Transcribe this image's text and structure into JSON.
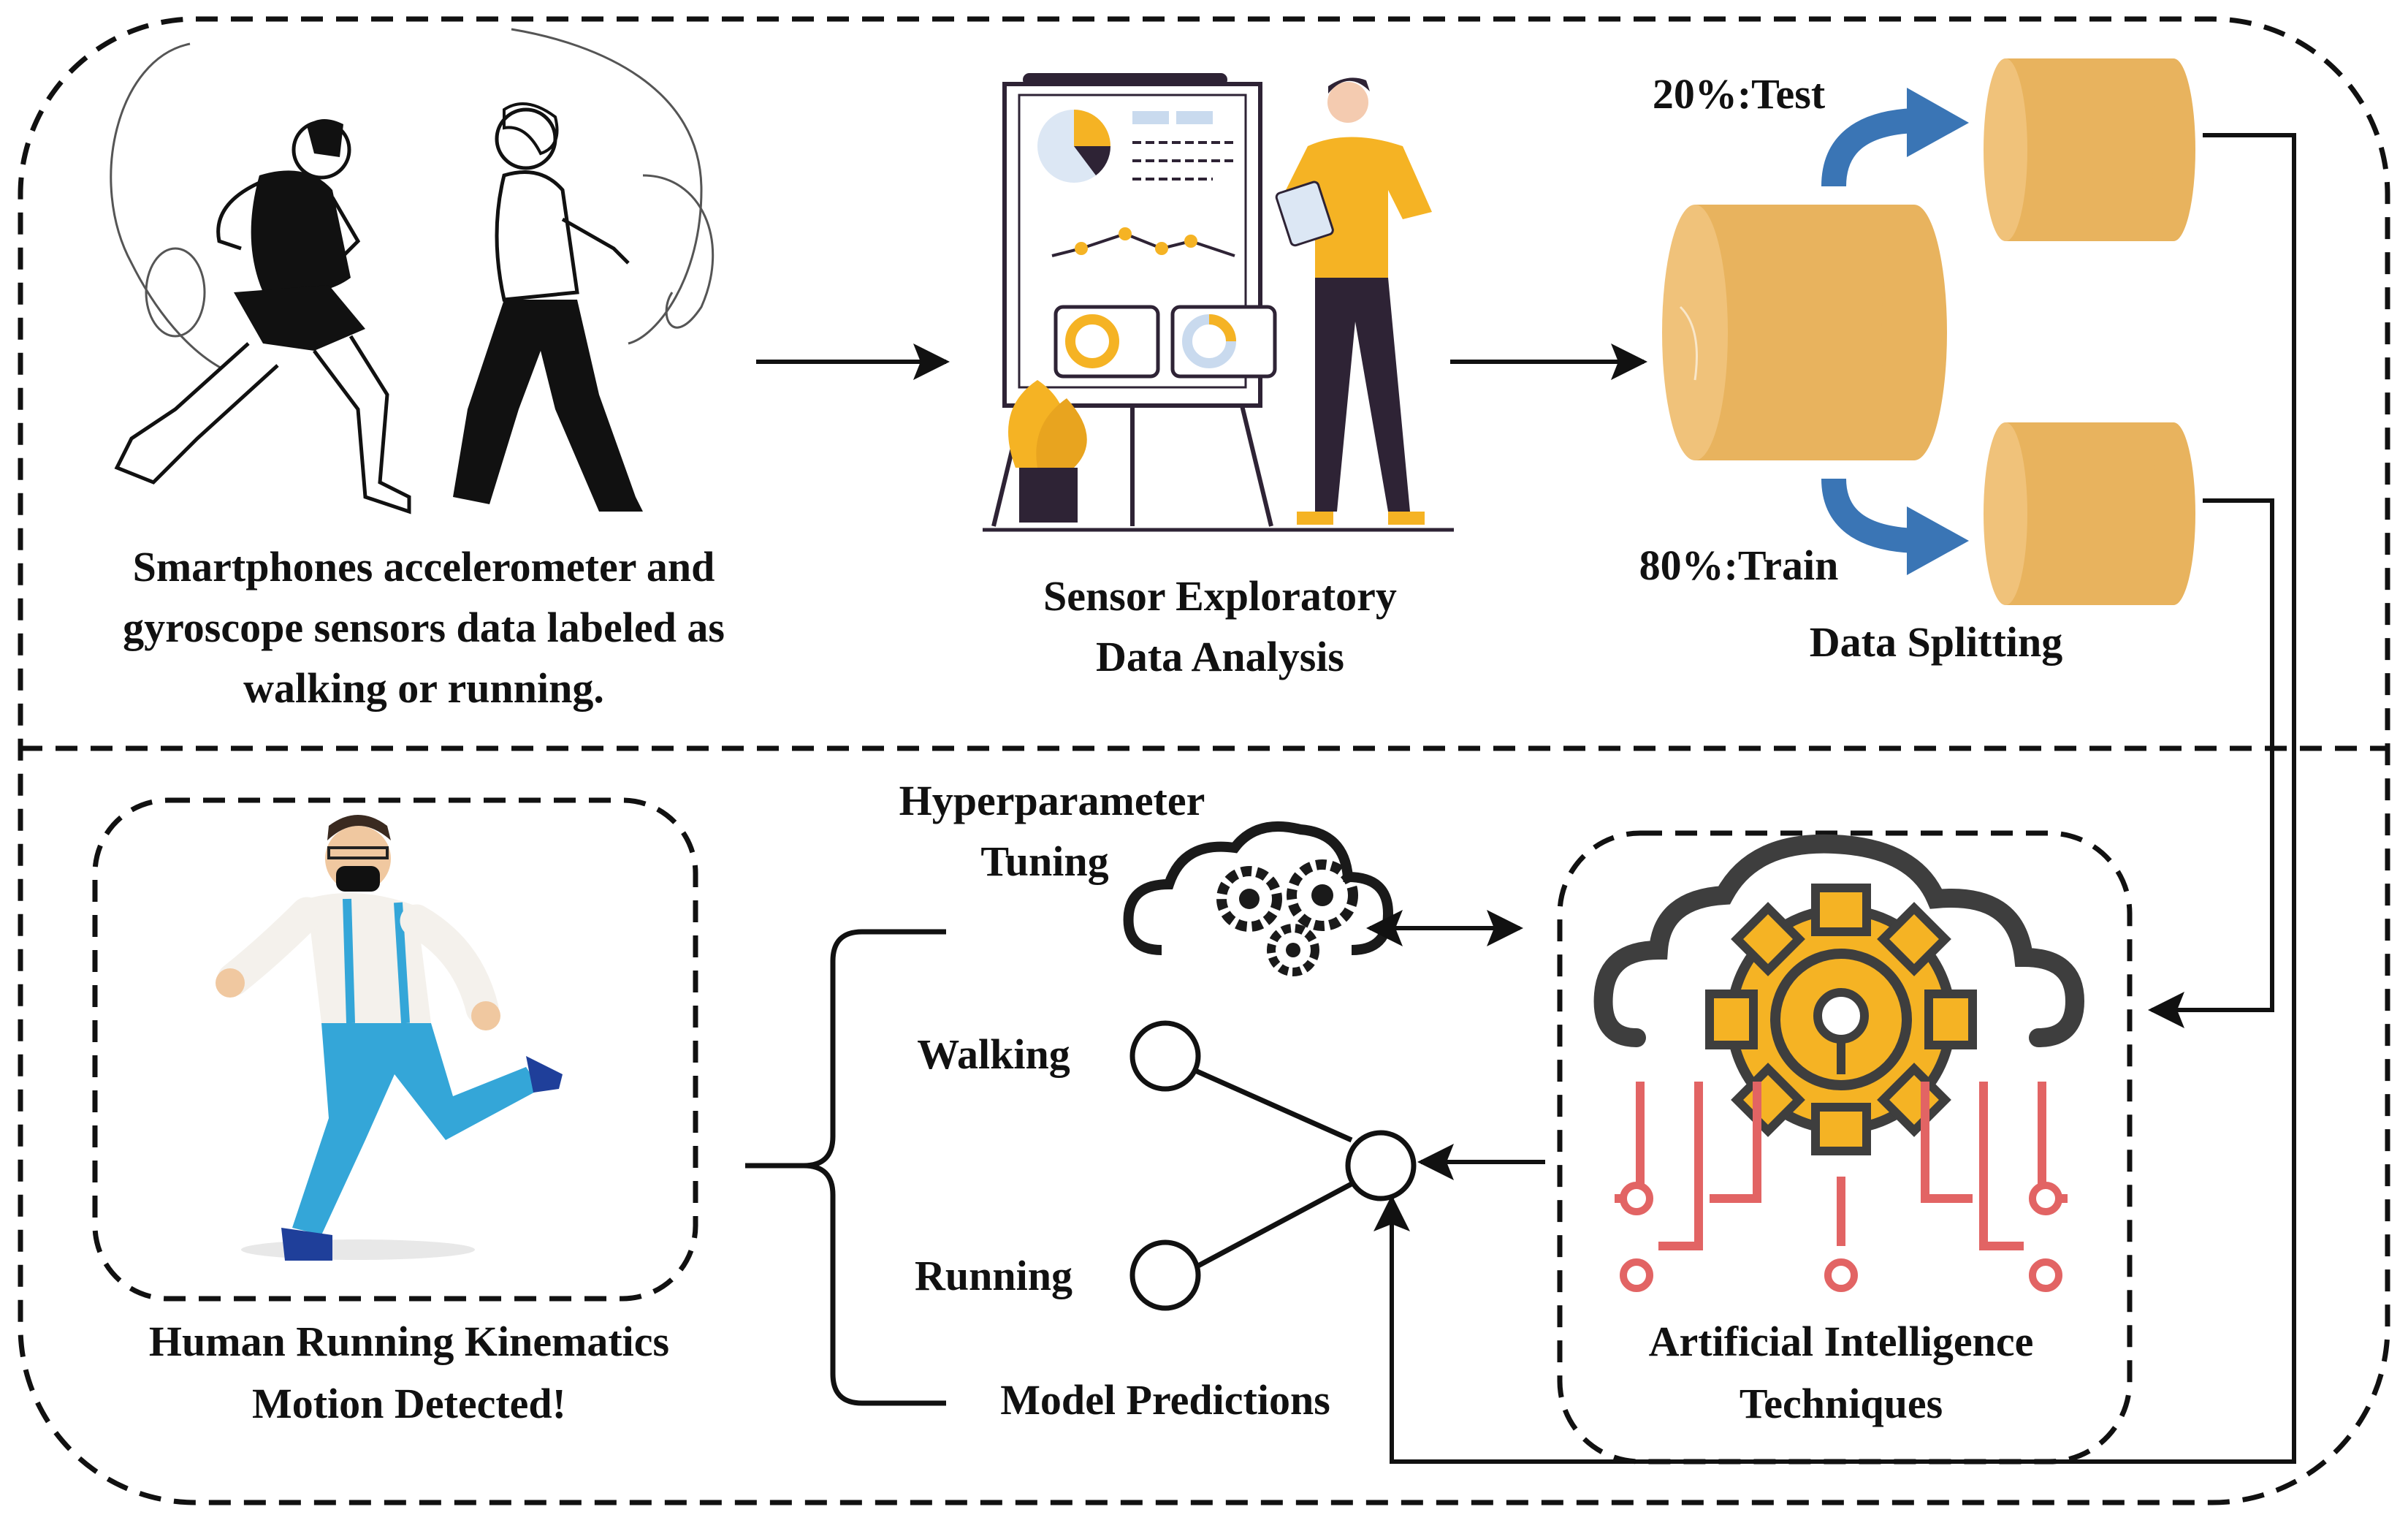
{
  "colors": {
    "gold": "#E8B35E",
    "blue": "#3A75B5",
    "dark": "#2E2335",
    "yellow": "#F5B324",
    "red": "#E26464",
    "cyan": "#34A6D8",
    "stroke": "#111111"
  },
  "stage1": {
    "line1": "Smartphones accelerometer and",
    "line2": "gyroscope sensors data labeled as",
    "line3": "walking or running."
  },
  "stage2": {
    "line1": "Sensor Exploratory",
    "line2": "Data Analysis"
  },
  "stage3": {
    "title": "Data Splitting",
    "test": "20%:Test",
    "train": "80%:Train"
  },
  "ai": {
    "line1": "Artificial Intelligence",
    "line2": "Techniques"
  },
  "tuning": {
    "line1": "Hyperparameter",
    "line2": "Tuning"
  },
  "predictions": {
    "label": "Model Predictions",
    "walking": "Walking",
    "running": "Running"
  },
  "result": {
    "line1": "Human Running Kinematics",
    "line2": "Motion Detected!"
  },
  "icons": [
    "walking-running-figures-icon",
    "presenter-whiteboard-icon",
    "database-cylinder-icon",
    "cloud-gears-icon",
    "ai-gear-circuit-icon",
    "running-man-3d-icon"
  ]
}
